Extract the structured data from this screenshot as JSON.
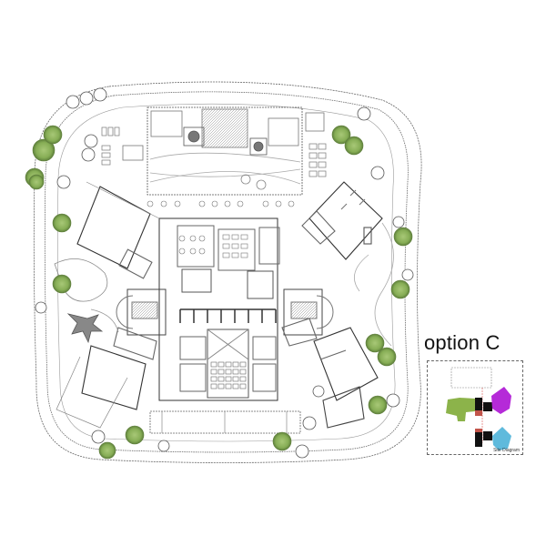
{
  "drawing": {
    "option_label": "option C",
    "type": "site plan",
    "key_plan": {
      "caption": "Site Diagram",
      "blocks": [
        {
          "name": "top-block",
          "color": "#ffffff",
          "outline": "dashed"
        },
        {
          "name": "west-wing",
          "color": "#8cb34a"
        },
        {
          "name": "northeast-wing",
          "color": "#b52ad8"
        },
        {
          "name": "southeast-wing",
          "color": "#5fbadc"
        },
        {
          "name": "connector-north",
          "color": "#111111"
        },
        {
          "name": "connector-south",
          "color": "#111111"
        },
        {
          "name": "link-north",
          "color": "#c2544a"
        },
        {
          "name": "link-south",
          "color": "#c2544a"
        }
      ],
      "axis_line_color": "#d9534f"
    },
    "colors": {
      "linework": "#4a4a4a",
      "tree_green": "#8db65a",
      "tree_dark": "#5d7d3a",
      "background": "#ffffff"
    }
  }
}
